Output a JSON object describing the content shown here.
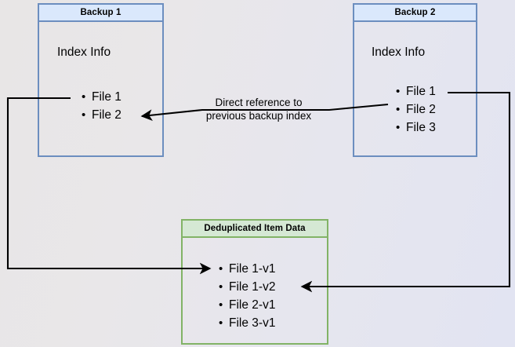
{
  "diagram": {
    "title_hidden": "",
    "colors": {
      "blue_border": "#6c8ebf",
      "blue_header_fill": "#dae8fc",
      "green_border": "#82b366",
      "green_header_fill": "#d5e8d4",
      "edge": "#000000",
      "background_left": "#e8e6e6",
      "background_right": "#e2e4f2"
    },
    "boxes": [
      {
        "id": "backup1",
        "header": "Backup 1",
        "subtitle": "Index Info",
        "items": [
          "File 1",
          "File 2"
        ]
      },
      {
        "id": "backup2",
        "header": "Backup 2",
        "subtitle": "Index Info",
        "items": [
          "File 1",
          "File 2",
          "File 3"
        ]
      },
      {
        "id": "dedup",
        "header": "Deduplicated Item Data",
        "subtitle": "",
        "items": [
          "File 1-v1",
          "File 1-v2",
          "File 2-v1",
          "File 3-v1"
        ]
      }
    ],
    "annotations": [
      {
        "id": "direct-reference",
        "text": "Direct reference to\nprevious backup index"
      }
    ],
    "edges": [
      {
        "id": "backup2-file2-to-backup1-file2",
        "arrowhead": "end"
      },
      {
        "id": "backup1-file1-to-dedup-file1v1",
        "arrowhead": "end"
      },
      {
        "id": "backup2-file1-to-dedup-file1v2",
        "arrowhead": "end"
      }
    ]
  }
}
